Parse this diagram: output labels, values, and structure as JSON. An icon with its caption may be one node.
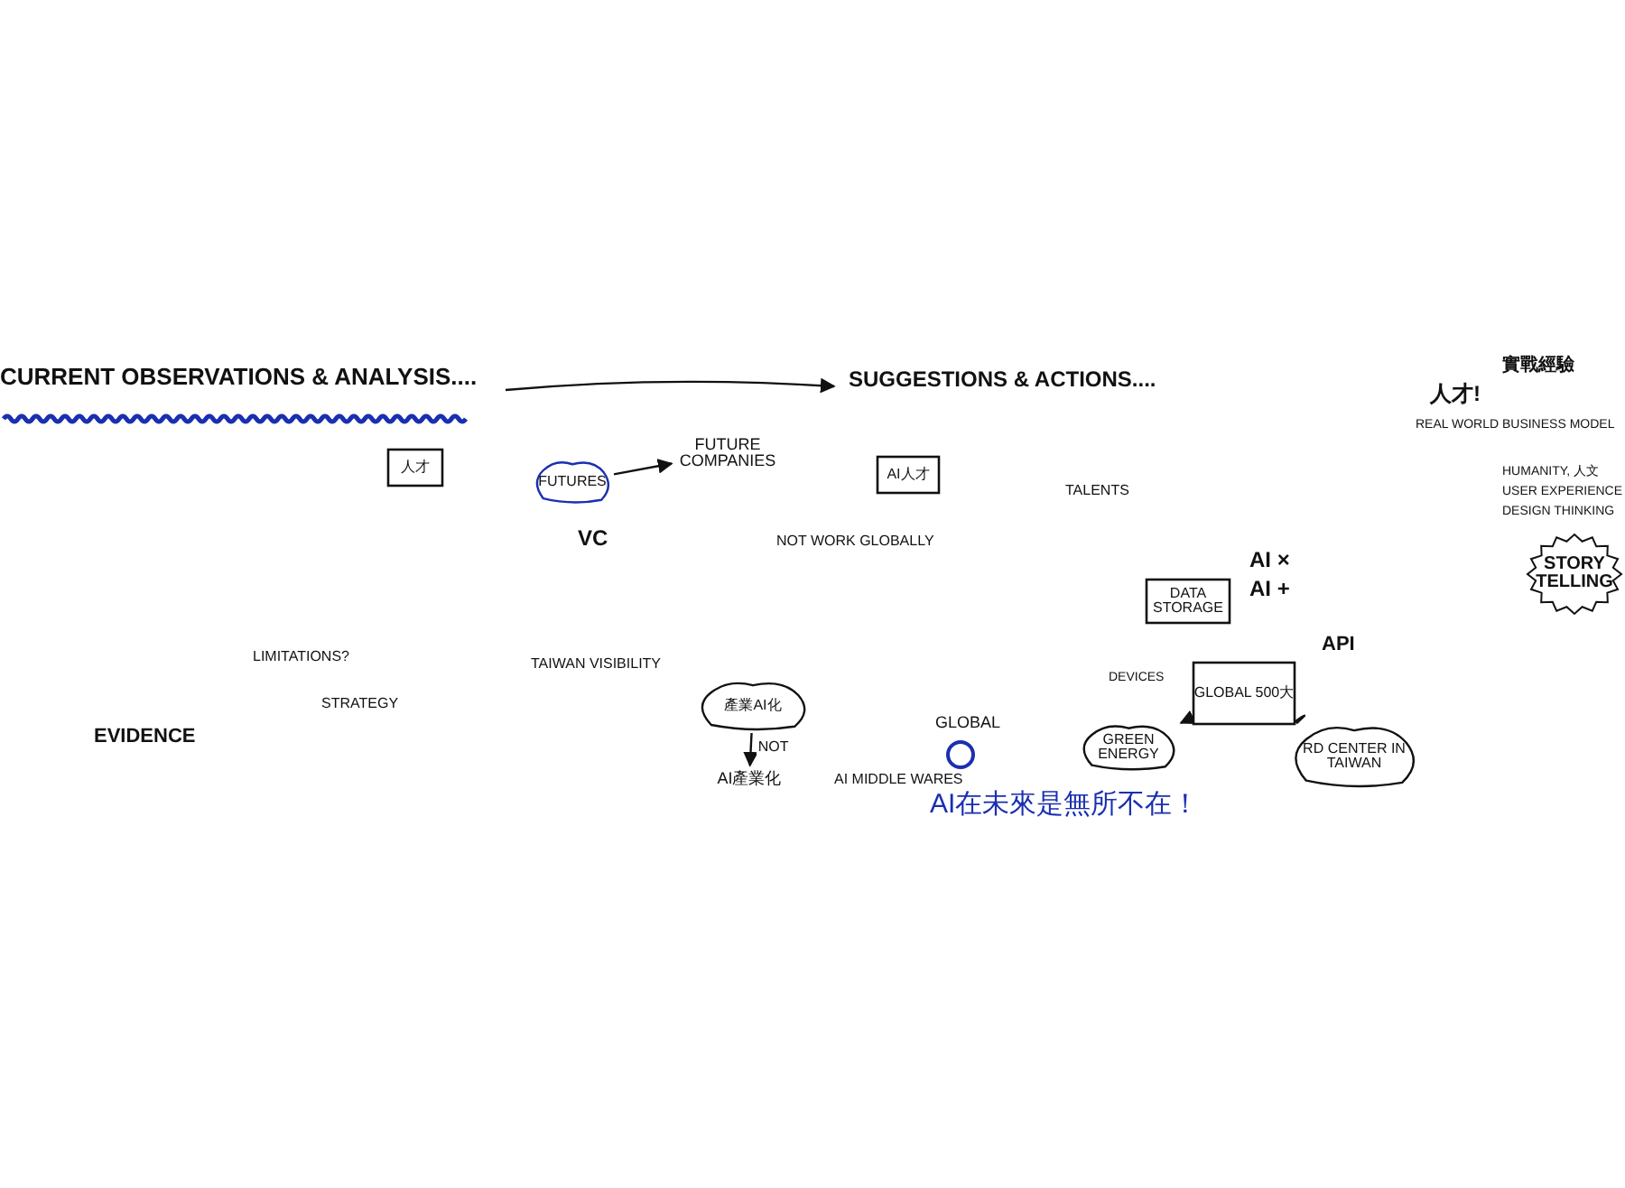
{
  "diagram": {
    "nodes": [
      {
        "text": [
          "人才"
        ]
      },
      {
        "text": [
          "FUTURES"
        ]
      },
      {
        "text": [
          "FUTURE COMPANIES"
        ]
      },
      {
        "text": [
          "AI人才"
        ]
      },
      {
        "text": [
          "DATA STORAGE"
        ]
      },
      {
        "text": [
          "STORY TELLING"
        ]
      },
      {
        "text": [
          "GLOBAL 500大"
        ]
      },
      {
        "text": [
          "產業AI化"
        ]
      },
      {
        "text": [
          "AI產業化"
        ]
      },
      {
        "text": [],
        "shape": "circle",
        "beside": [
          "GLOBAL"
        ]
      },
      {
        "text": [
          "GREEN ENERGY"
        ]
      },
      {
        "text": [
          "RD CENTER IN TAIWAN"
        ]
      }
    ],
    "edges": [
      {
        "from": 1,
        "to": 2,
        "arrow": "to"
      },
      {
        "from": 7,
        "to": 8,
        "arrow": "to",
        "label": "NOT"
      },
      {
        "from": 6,
        "to": 10,
        "arrow": "to"
      },
      {
        "from": 6,
        "to": 11,
        "arrow": "none"
      }
    ],
    "labels": [
      "CURRENT OBSERVATIONS & ANALYSIS....",
      "SUGGESTIONS & ACTIONS....",
      "實戰經驗",
      "人才!",
      "REAL WORLD BUSINESS MODEL",
      "VC",
      "NOT WORK GLOBALLY",
      "TALENTS",
      "HUMANITY, 人文",
      "USER EXPERIENCE",
      "DESIGN THINKING",
      "AI ×",
      "AI +",
      "API",
      "LIMITATIONS?",
      "TAIWAN VISIBILITY",
      "DEVICES",
      "STRATEGY",
      "EVIDENCE",
      "AI MIDDLE WARES",
      "AI在未來是無所不在！"
    ]
  }
}
